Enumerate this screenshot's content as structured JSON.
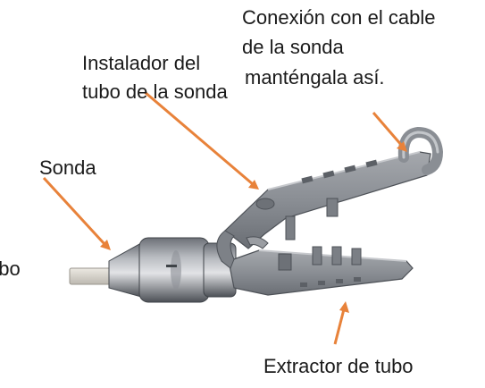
{
  "labels": {
    "conexion_line1": "Conexión con el cable",
    "conexion_line2": "de la sonda",
    "conexion_line3": "manténgala así.",
    "instalador_line1": "Instalador del",
    "instalador_line2": "tubo de la sonda",
    "sonda": "Sonda",
    "tubo_partial": "ubo",
    "extractor": "Extractor de tubo"
  },
  "colors": {
    "arrow": "#e8823a",
    "device_dark": "#555a60",
    "device_mid": "#8d9197",
    "device_light": "#c9cbcf",
    "tip": "#d8d4cc"
  }
}
